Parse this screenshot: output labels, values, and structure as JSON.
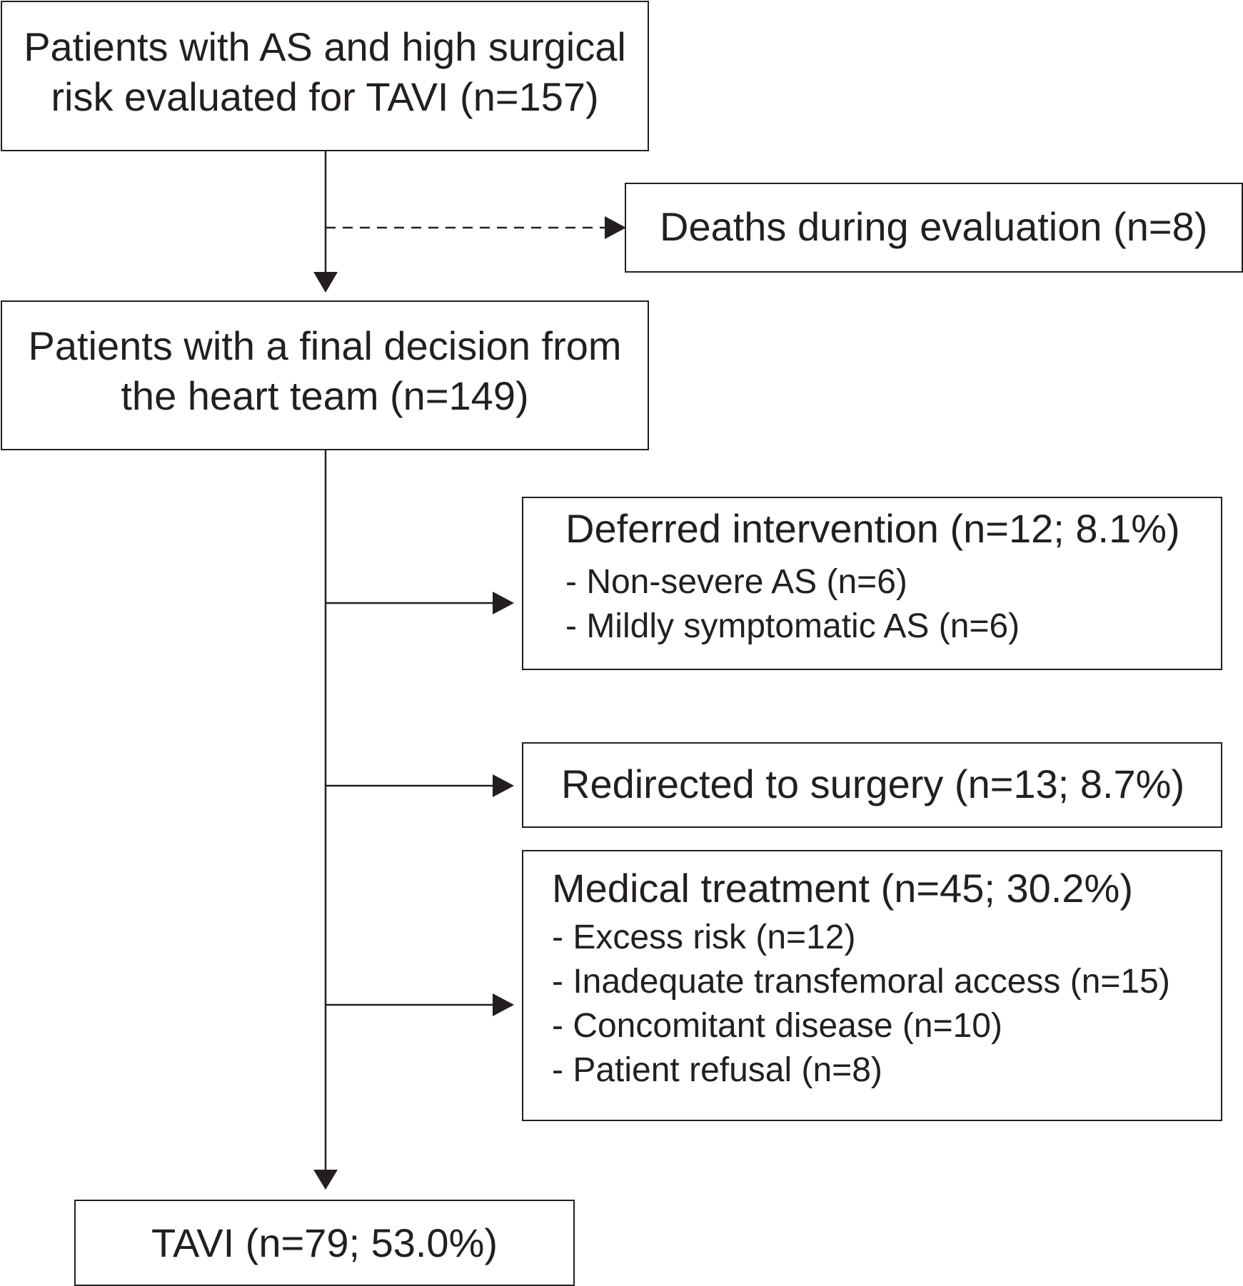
{
  "nodes": {
    "start": {
      "text": "Patients with AS and high surgical risk evaluated for TAVI (n=157)"
    },
    "deaths": {
      "text": "Deaths during evaluation (n=8)"
    },
    "final_decision": {
      "text": "Patients with a final decision from the heart team (n=149)"
    },
    "deferred": {
      "title": "Deferred intervention (n=12; 8.1%)",
      "items": [
        "- Non-severe AS (n=6)",
        "- Mildly symptomatic AS (n=6)"
      ]
    },
    "surgery": {
      "text": "Redirected to surgery (n=13; 8.7%)"
    },
    "medical": {
      "title": "Medical treatment (n=45; 30.2%)",
      "items": [
        "- Excess risk (n=12)",
        "- Inadequate transfemoral access (n=15)",
        "- Concomitant disease (n=10)",
        "- Patient refusal (n=8)"
      ]
    },
    "tavi": {
      "text": "TAVI (n=79; 53.0%)"
    }
  },
  "edges": [
    {
      "from": "start",
      "to": "final_decision",
      "style": "solid"
    },
    {
      "from": "start",
      "to": "deaths",
      "style": "dashed"
    },
    {
      "from": "final_decision",
      "to": "deferred",
      "style": "solid"
    },
    {
      "from": "final_decision",
      "to": "surgery",
      "style": "solid"
    },
    {
      "from": "final_decision",
      "to": "medical",
      "style": "solid"
    },
    {
      "from": "final_decision",
      "to": "tavi",
      "style": "solid"
    }
  ],
  "colors": {
    "line": "#231f20",
    "background": "#ffffff"
  }
}
